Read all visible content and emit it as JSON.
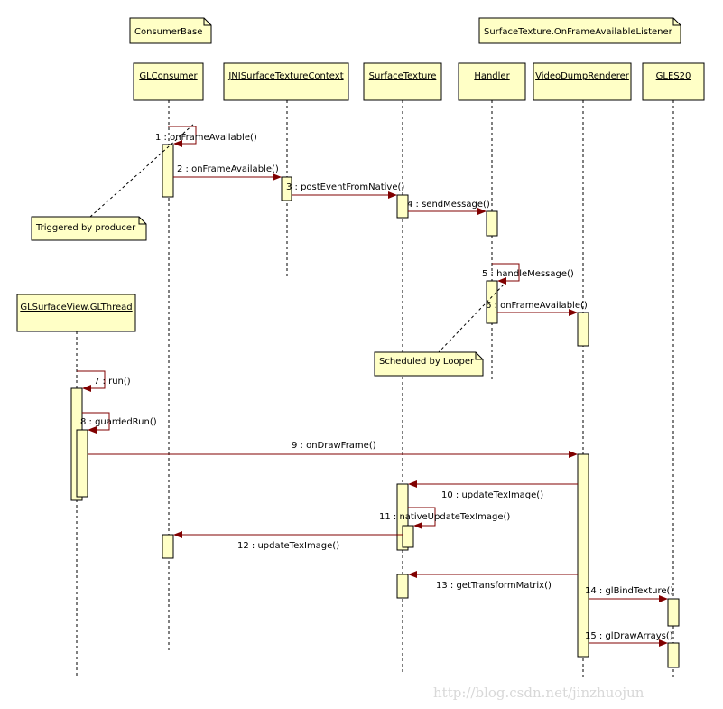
{
  "lifelines": {
    "glconsumer": "GLConsumer",
    "jni": "JNISurfaceTextureContext",
    "surfacetexture": "SurfaceTexture",
    "handler": "Handler",
    "renderer": "VideoDumpRenderer",
    "gles": "GLES20",
    "glthread": "GLSurfaceView.GLThread"
  },
  "notes": {
    "consumerbase": "ConsumerBase",
    "listener": "SurfaceTexture.OnFrameAvailableListener",
    "producer": "Triggered by producer",
    "looper": "Scheduled by Looper"
  },
  "messages": [
    "1 : onFrameAvailable()",
    "2 : onFrameAvailable()",
    "3 : postEventFromNative()",
    "4 : sendMessage()",
    "5 : handleMessage()",
    "6 : onFrameAvailable()",
    "7 : run()",
    "8 : guardedRun()",
    "9 : onDrawFrame()",
    "10 : updateTexImage()",
    "11 : nativeUpdateTexImage()",
    "12 : updateTexImage()",
    "13 : getTransformMatrix()",
    "14 : glBindTexture()",
    "15 : glDrawArrays()"
  ],
  "watermark": "http://blog.csdn.net/jinzhuojun",
  "colors": {
    "box_fill": "#ffffc6",
    "message": "#800000"
  }
}
